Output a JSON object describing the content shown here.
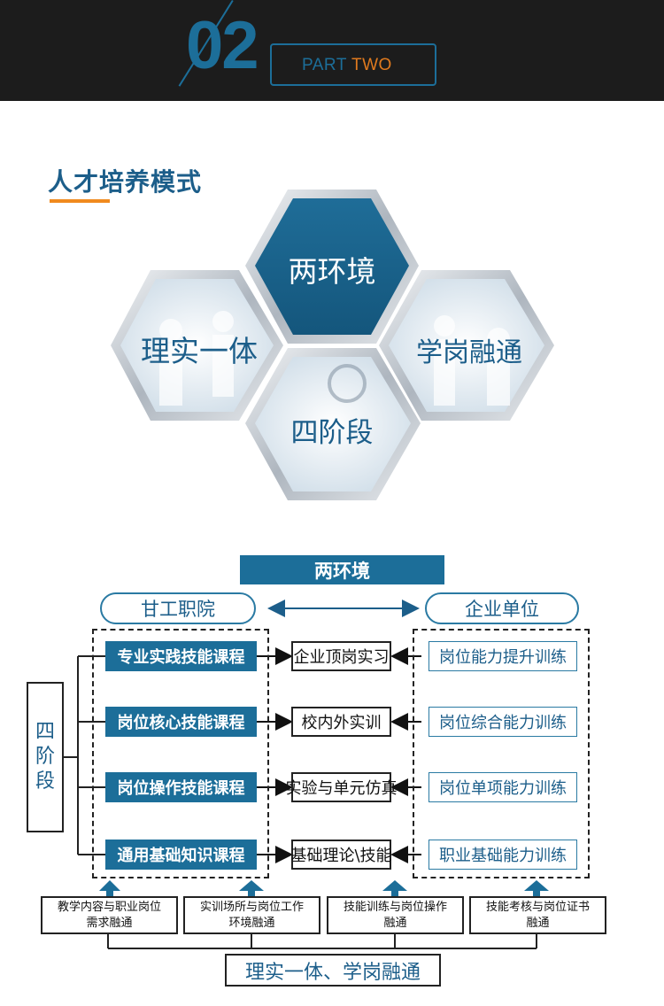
{
  "banner": {
    "number": "02",
    "part_word": "PART",
    "part_num": "TWO"
  },
  "section": {
    "title": "人才培养模式"
  },
  "hexagons": {
    "top": "两环境",
    "left": "理实一体",
    "right": "学岗融通",
    "bottom": "四阶段"
  },
  "diagram": {
    "top_bar": "两环境",
    "left_party": "甘工职院",
    "right_party": "企业单位",
    "stage_label": [
      "四",
      "阶",
      "段"
    ],
    "left_items": [
      "专业实践技能课程",
      "岗位核心技能课程",
      "岗位操作技能课程",
      "通用基础知识课程"
    ],
    "mid_items": [
      "企业顶岗实习",
      "校内外实训",
      "实验与单元仿真",
      "基础理论\\技能"
    ],
    "right_items": [
      "岗位能力提升训练",
      "岗位综合能力训练",
      "岗位单项能力训练",
      "职业基础能力训练"
    ],
    "bottom_items": [
      {
        "line1": "教学内容与职业岗位",
        "line2": "需求融通"
      },
      {
        "line1": "实训场所与岗位工作",
        "line2": "环境融通"
      },
      {
        "line1": "技能训练与岗位操作",
        "line2": "融通"
      },
      {
        "line1": "技能考核与岗位证书",
        "line2": "融通"
      }
    ],
    "final": "理实一体、学岗融通"
  },
  "colors": {
    "accent": "#1c6e99",
    "orange": "#f08a1e",
    "dark": "#1c1c1c"
  }
}
